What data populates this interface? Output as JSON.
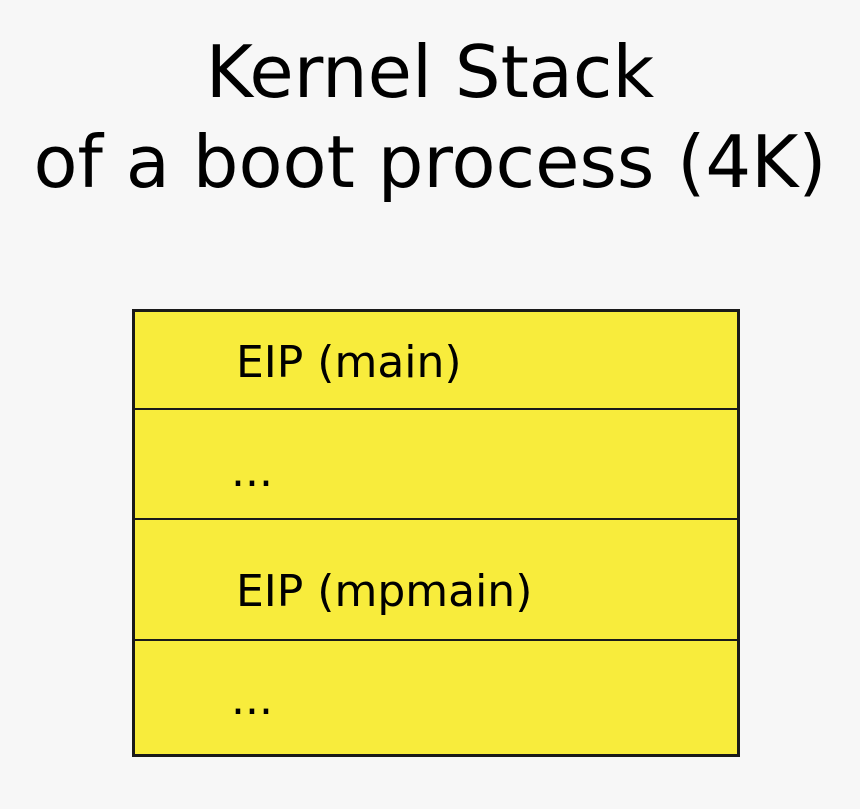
{
  "title": {
    "line1": "Kernel Stack",
    "line2": "of a boot process (4K)"
  },
  "stack": {
    "slots": [
      {
        "label": "EIP (main)"
      },
      {
        "label": "..."
      },
      {
        "label": "EIP (mpmain)"
      },
      {
        "label": "..."
      }
    ],
    "fill_color": "#f8ec3c",
    "border_color": "#1a1a1a"
  }
}
